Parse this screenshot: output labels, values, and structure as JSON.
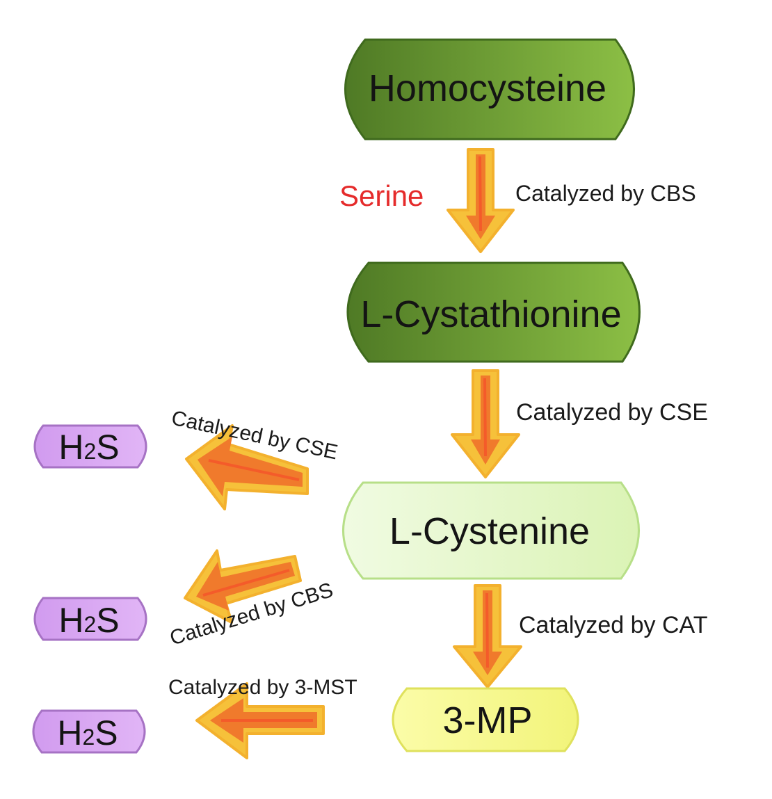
{
  "colors": {
    "node_dark_green_start": "#4f7a25",
    "node_dark_green_end": "#8cbf45",
    "node_dark_green_stroke": "#3f6a1d",
    "node_light_green_fill": "#e4f7c8",
    "node_light_green_stroke": "#b7df88",
    "node_yellow_fill": "#f7f889",
    "node_yellow_stroke": "#dfe15c",
    "node_purple_fill": "#d9a6f2",
    "node_purple_stroke": "#a672c4",
    "arrow_outer": "#f6c13a",
    "arrow_inner": "#f07a2c",
    "arrow_core": "#f45b2a",
    "serine_red": "#e52b2b"
  },
  "nodes": {
    "homocysteine": "Homocysteine",
    "l_cystathionine": "L-Cystathionine",
    "l_cystenine": "L-Cystenine",
    "three_mp": "3-MP",
    "h2s_main": "H",
    "h2s_sub": "2",
    "h2s_tail": "S"
  },
  "labels": {
    "serine": "Serine",
    "catalyzed_cbs_top": "Catalyzed by CBS",
    "catalyzed_cse_right": "Catalyzed by CSE",
    "catalyzed_cat_right": "Catalyzed by CAT",
    "catalyzed_cse_left": "Catalyzed by CSE",
    "catalyzed_cbs_left": "Catalyzed by CBS",
    "catalyzed_3mst_left": "Catalyzed by 3-MST"
  },
  "icons": {
    "arrow_down_1": "arrow-down-icon",
    "arrow_down_2": "arrow-down-icon",
    "arrow_down_3": "arrow-down-icon",
    "arrow_left_1": "arrow-left-icon",
    "arrow_left_2": "arrow-left-icon",
    "arrow_left_3": "arrow-left-icon"
  }
}
